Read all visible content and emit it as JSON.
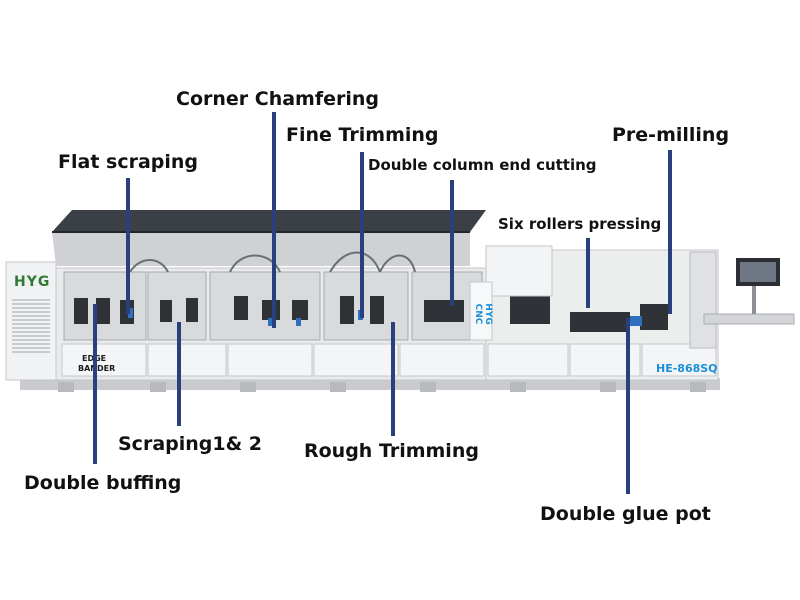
{
  "labels": {
    "corner_chamfering": "Corner Chamfering",
    "fine_trimming": "Fine Trimming",
    "flat_scraping": "Flat scraping",
    "double_column_end_cutting": "Double column end cutting",
    "pre_milling": "Pre-milling",
    "six_rollers_pressing": "Six rollers pressing",
    "scraping_1_2": "Scraping1& 2",
    "rough_trimming": "Rough Trimming",
    "double_buffing": "Double buffing",
    "double_glue_pot": "Double glue pot"
  },
  "machine": {
    "logo_text": "HYG",
    "side_text_line1": "EDGE",
    "side_text_line2": "BANDER",
    "vertical_brand": "HYG CNC",
    "model": "HE-868SQ"
  },
  "colors": {
    "pointer": "#2a3f7e",
    "machine_body": "#e9eaec",
    "cover": "#3b3f46",
    "model_text": "#1a8fd6",
    "logo_green": "#3aa33a"
  }
}
